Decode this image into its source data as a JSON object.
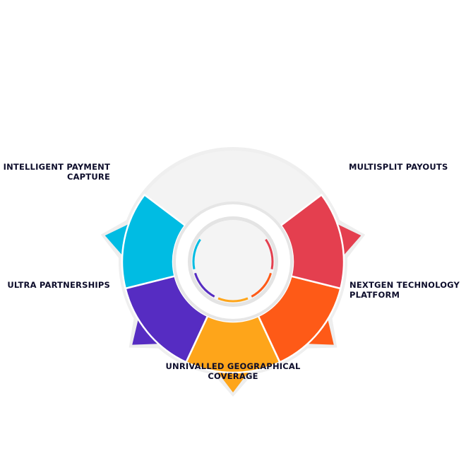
{
  "diagram": {
    "center_color": "#f4f4f4",
    "track_color": "#f3f3f3",
    "segments": [
      {
        "label": "INTELLIGENT PAYMENT CAPTURE",
        "color": "#00bce3"
      },
      {
        "label": "ULTRA PARTNERSHIPS",
        "color": "#562cc2"
      },
      {
        "label": "UNRIVALLED GEOGRAPHICAL COVERAGE",
        "color": "#fea51a"
      },
      {
        "label": "NEXTGEN TECHNOLOGY PLATFORM",
        "color": "#fe5a17"
      },
      {
        "label": "MULTISPLIT PAYOUTS",
        "color": "#e43f4f"
      }
    ]
  },
  "labels": {
    "intelligent_1": "INTELLIGENT PAYMENT",
    "intelligent_2": "CAPTURE",
    "multisplit": "MULTISPLIT PAYOUTS",
    "ultra": "ULTRA PARTNERSHIPS",
    "nextgen_1": "NEXTGEN TECHNOLOGY",
    "nextgen_2": "PLATFORM",
    "unrivalled_1": "UNRIVALLED GEOGRAPHICAL",
    "unrivalled_2": "COVERAGE"
  }
}
